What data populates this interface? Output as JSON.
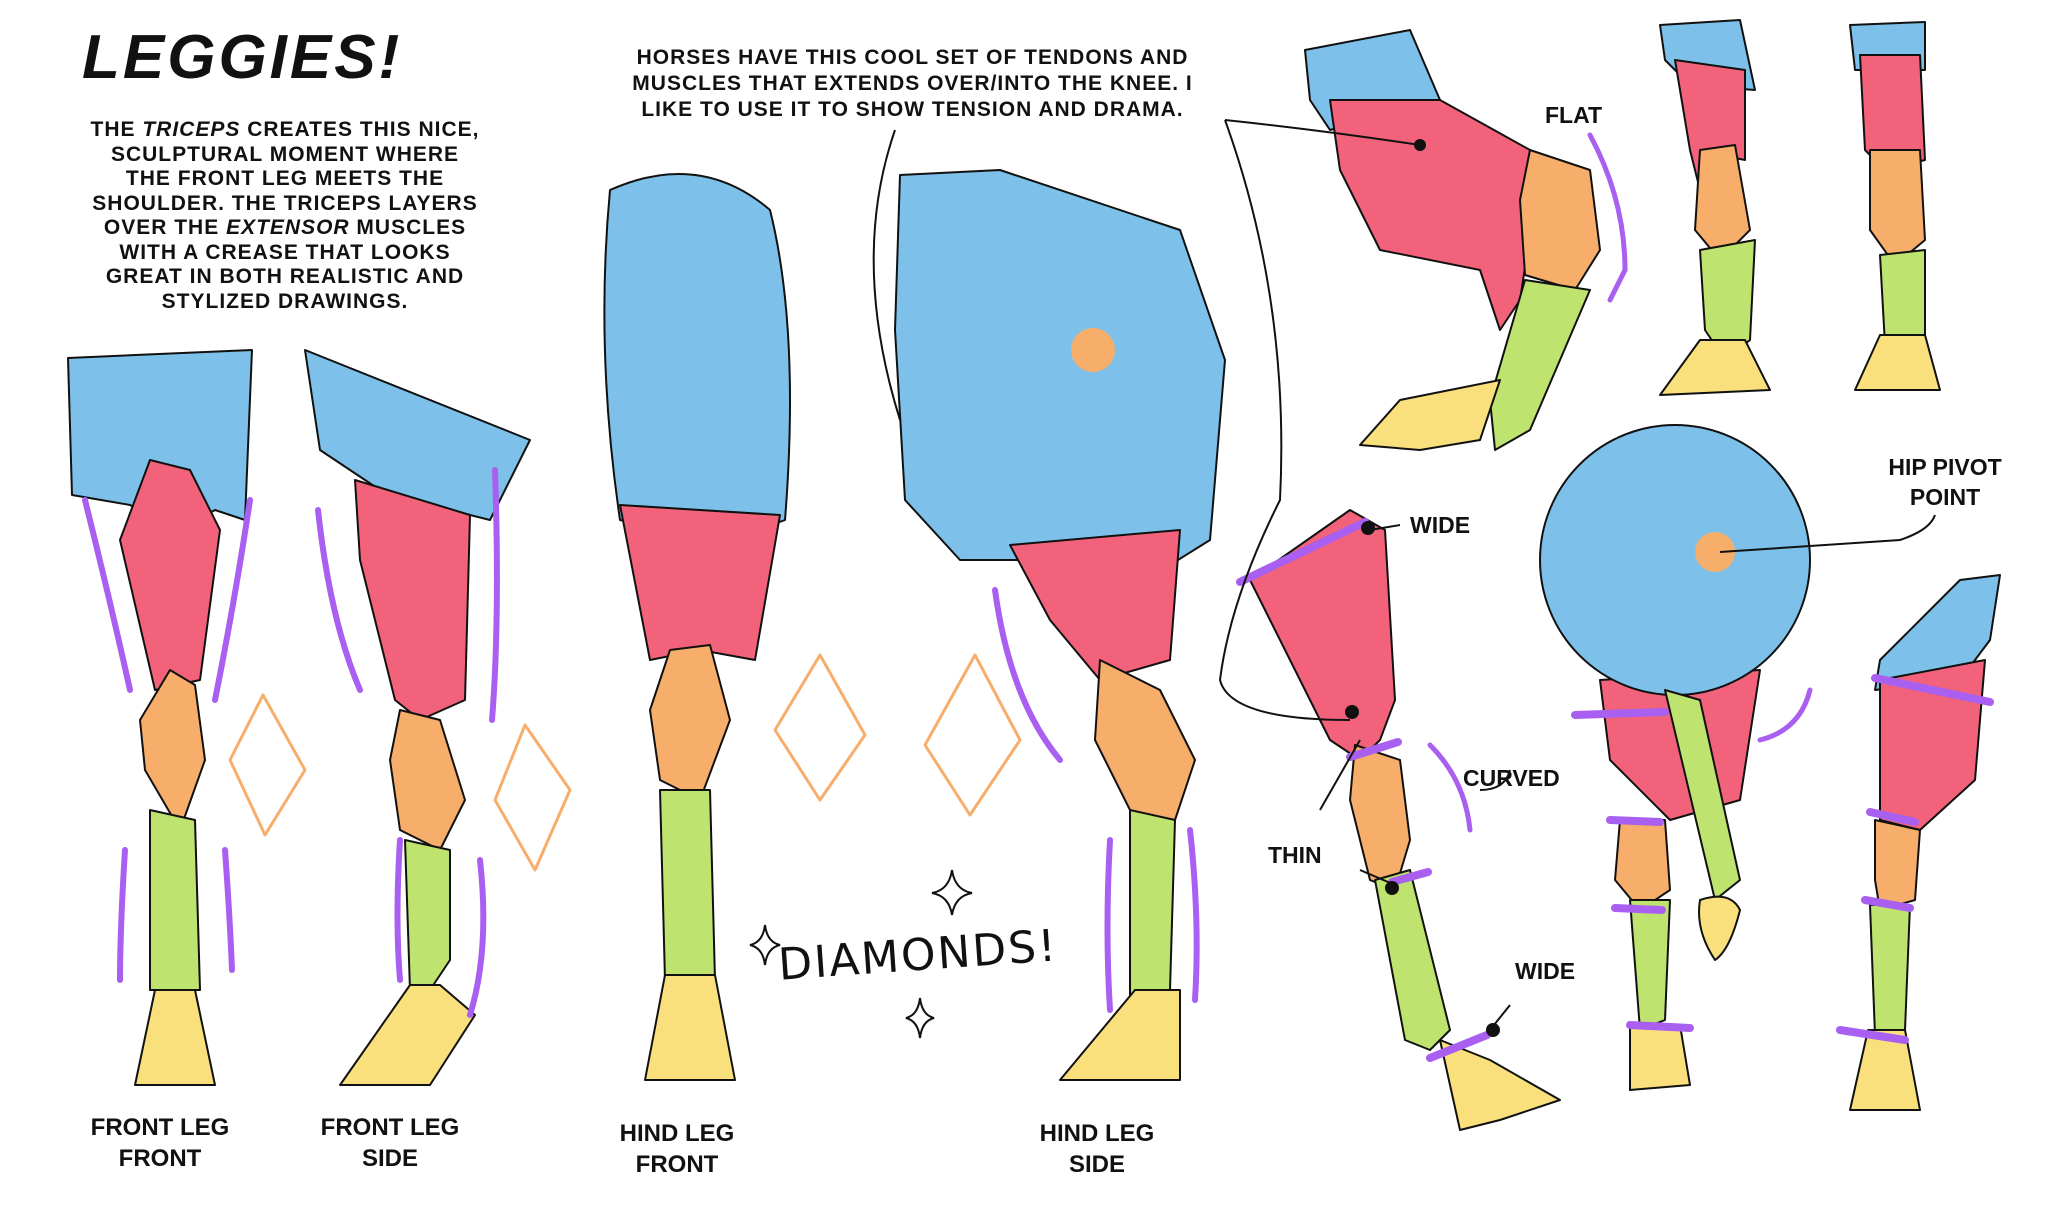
{
  "title": "LEGGIES!",
  "intro": {
    "lines": [
      [
        "THE ",
        "TRICEPS",
        " CREATES THIS NICE,"
      ],
      [
        "SCULPTURAL MOMENT WHERE",
        "",
        ""
      ],
      [
        "THE FRONT LEG MEETS THE",
        "",
        ""
      ],
      [
        "SHOULDER. THE TRICEPS LAYERS",
        "",
        ""
      ],
      [
        "OVER THE ",
        "EXTENSOR",
        " MUSCLES"
      ],
      [
        "WITH A CREASE THAT LOOKS",
        "",
        ""
      ],
      [
        "GREAT IN BOTH REALISTIC AND",
        "",
        ""
      ],
      [
        "STYLIZED DRAWINGS.",
        "",
        ""
      ]
    ]
  },
  "note": {
    "lines": [
      "HORSES HAVE THIS COOL SET OF TENDONS AND",
      "MUSCLES THAT EXTENDS OVER/INTO THE KNEE. I",
      "LIKE TO USE IT TO SHOW TENSION AND DRAMA."
    ]
  },
  "labels": {
    "front_leg_front": [
      "FRONT LEG",
      "FRONT"
    ],
    "front_leg_side": [
      "FRONT LEG",
      "SIDE"
    ],
    "hind_leg_front": [
      "HIND LEG",
      "FRONT"
    ],
    "hind_leg_side": [
      "HIND LEG",
      "SIDE"
    ]
  },
  "callouts": {
    "flat": "FLAT",
    "wide_top": "WIDE",
    "curved": "CURVED",
    "thin": "THIN",
    "wide_bottom": "WIDE",
    "hip_pivot": [
      "HIP PIVOT",
      "POINT"
    ]
  },
  "diamonds": "DIAMONDS!",
  "colors": {
    "blue": "#7dc0e9",
    "red": "#f2637b",
    "orange": "#f7ae6b",
    "green": "#bee36f",
    "yellow": "#f9e07c",
    "purple": "#a95ff0",
    "ink": "#111111"
  }
}
